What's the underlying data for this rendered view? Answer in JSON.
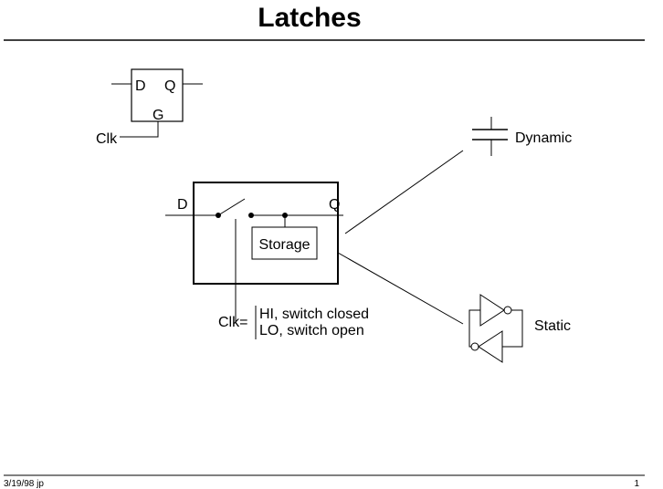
{
  "slide": {
    "title": "Latches",
    "footer_left": "3/19/98  jp",
    "footer_right": "1"
  },
  "latch_symbol": {
    "d_label": "D",
    "q_label": "Q",
    "g_label": "G",
    "clk_label": "Clk"
  },
  "switch_model": {
    "d_label": "D",
    "q_label": "Q",
    "storage_label": "Storage",
    "clk_prefix": "Clk=",
    "clk_hi": "HI, switch closed",
    "clk_lo": "LO, switch open"
  },
  "storage_types": {
    "dynamic_label": "Dynamic",
    "static_label": "Static"
  }
}
